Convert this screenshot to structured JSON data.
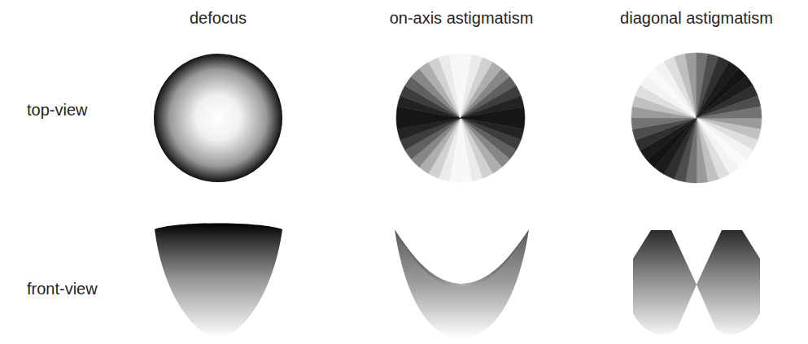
{
  "diagram": {
    "labels": [
      "defocus",
      "on-axis astigmatism",
      "diagonal astigmatism",
      "top-view",
      "front-view"
    ]
  }
}
